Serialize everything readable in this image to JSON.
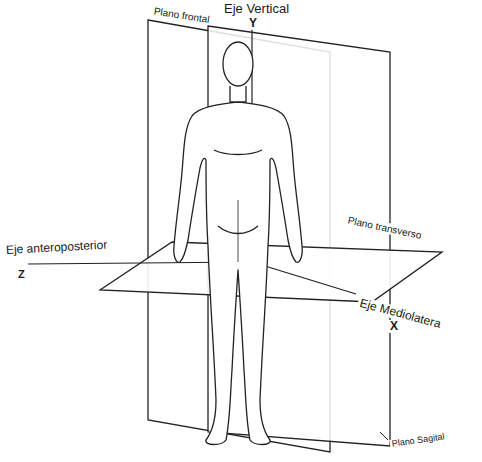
{
  "diagram": {
    "labels": [
      "Eje Vertical",
      "Y",
      "Plano frontal",
      "Plano transverso",
      "Eje anteroposterior",
      "Z",
      "Eje Mediolatera",
      "X",
      "Plano Sagital"
    ]
  }
}
